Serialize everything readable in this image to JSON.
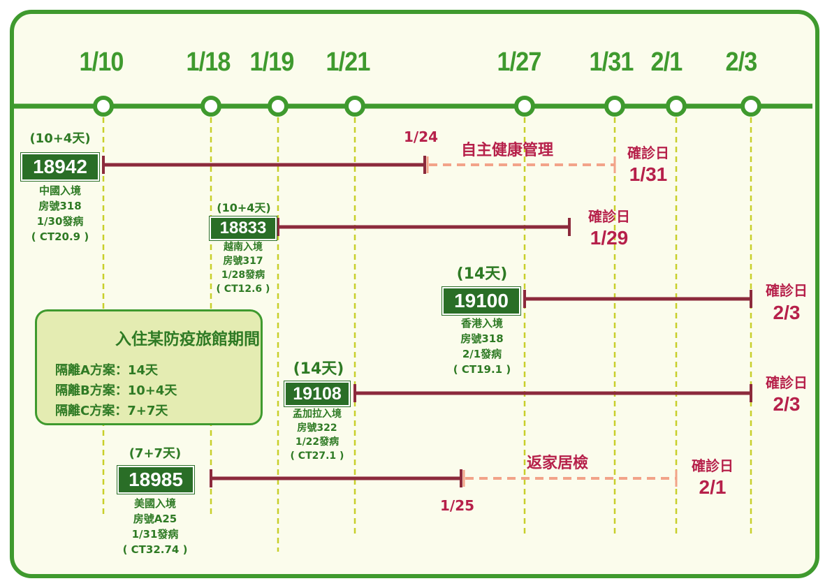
{
  "dates": [
    "1/10",
    "1/18",
    "1/19",
    "1/21",
    "1/27",
    "1/31",
    "2/1",
    "2/3"
  ],
  "colors": {
    "green": "#3f9a2e",
    "dark_green": "#2a6e27",
    "maroon": "#8c2a3c",
    "salmon": "#f2a389",
    "crimson": "#b6204a",
    "dashed_guide": "#c8cf2a",
    "background": "#fbfcec",
    "legend_bg": "#e4ecb2"
  },
  "cases": [
    {
      "plan": "(10+4天)",
      "id": "18942",
      "info": [
        "中國入境",
        "房號318",
        "1/30發病",
        "( CT20.9 )"
      ],
      "phase_date": "1/24",
      "phase_label": "自主健康管理",
      "confirm_label": "確診日",
      "confirm_date": "1/31"
    },
    {
      "plan": "(10+4天)",
      "id": "18833",
      "info": [
        "越南入境",
        "房號317",
        "1/28發病",
        "( CT12.6 )"
      ],
      "confirm_label": "確診日",
      "confirm_date": "1/29"
    },
    {
      "plan": "(14天)",
      "id": "19100",
      "info": [
        "香港入境",
        "房號318",
        "2/1發病",
        "( CT19.1 )"
      ],
      "confirm_label": "確診日",
      "confirm_date": "2/3"
    },
    {
      "plan": "(14天)",
      "id": "19108",
      "info": [
        "孟加拉入境",
        "房號322",
        "1/22發病",
        "( CT27.1 )"
      ],
      "confirm_label": "確診日",
      "confirm_date": "2/3"
    },
    {
      "plan": "(7+7天)",
      "id": "18985",
      "info": [
        "美國入境",
        "房號A25",
        "1/31發病",
        "( CT32.74 )"
      ],
      "phase_date": "1/25",
      "phase_label": "返家居檢",
      "confirm_label": "確診日",
      "confirm_date": "2/1"
    }
  ],
  "legend": {
    "title": "入住某防疫旅館期間",
    "rows": [
      "隔離A方案：14天",
      "隔離B方案：10+4天",
      "隔離C方案：7+7天"
    ]
  }
}
